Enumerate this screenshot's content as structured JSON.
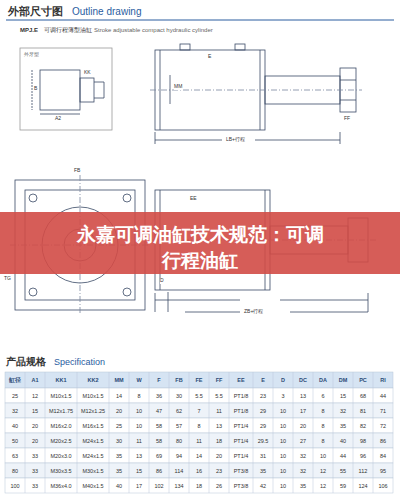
{
  "diagram": {
    "title": "永嘉可调油缸技术规范：可调行程油缸",
    "labels": [
      "外部尺寸图",
      "Outline drawing",
      "MPJ.E",
      "可调行程薄型油缸",
      "Stroke adjustable compact hydraulic cylinder",
      "外牙型",
      "A2",
      "KK",
      "B",
      "MM",
      "E",
      "FF",
      "LB+行程",
      "D",
      "FB",
      "TG",
      "ZB+行程",
      "EE",
      "产品规格",
      "Specification",
      "缸径",
      "A1",
      "KK1",
      "KK2",
      "MM",
      "W",
      "F",
      "FB",
      "FE",
      "FF",
      "EE",
      "E",
      "D",
      "DC",
      "DA",
      "DM",
      "PC",
      "RI",
      "25",
      "12",
      "M10x1.5",
      "M10x1.5",
      "14",
      "8",
      "36",
      "30",
      "5.5",
      "5.5",
      "PT1/8",
      "23",
      "3",
      "13",
      "6",
      "15",
      "68",
      "44",
      "32",
      "15",
      "M12x1.75",
      "M12x1.25",
      "20",
      "10",
      "47",
      "62",
      "7",
      "11",
      "PT1/8",
      "29",
      "10",
      "17",
      "8",
      "32",
      "81",
      "71",
      "40",
      "20",
      "M16x2.0",
      "M16x1.5",
      "25",
      "10",
      "58",
      "57",
      "8",
      "13",
      "PT1/4",
      "29",
      "10",
      "20",
      "8",
      "35",
      "82",
      "72",
      "50",
      "20",
      "M20x2.5",
      "M24x1.5",
      "30",
      "11",
      "58",
      "80",
      "11",
      "18",
      "PT1/4",
      "29.5",
      "10",
      "27",
      "8",
      "40",
      "98",
      "86",
      "63",
      "33",
      "M20x3.0",
      "M24x1.5",
      "35",
      "13",
      "69",
      "94",
      "14",
      "20",
      "PT1/4",
      "31",
      "10",
      "32",
      "10",
      "44",
      "96",
      "84",
      "80",
      "33",
      "M30x3.5",
      "M30x1.5",
      "35",
      "15",
      "86",
      "114",
      "16",
      "23",
      "PT3/8",
      "35",
      "10",
      "32",
      "12",
      "55",
      "112",
      "95",
      "100",
      "33",
      "M36x4.0",
      "M40x1.5",
      "40",
      "17",
      "102",
      "134",
      "18",
      "26",
      "PT3/8",
      "42",
      "10",
      "35",
      "12",
      "59",
      "124",
      "106"
    ]
  }
}
